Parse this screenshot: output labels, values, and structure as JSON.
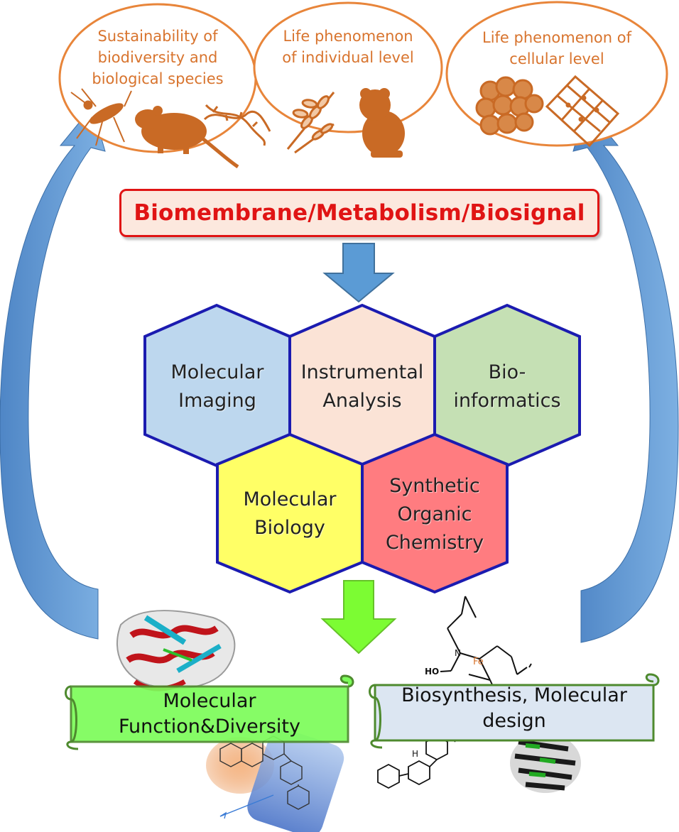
{
  "colors": {
    "ellipse_stroke": "#E8853A",
    "ellipse_text": "#D8742E",
    "banner_border": "#E01414",
    "banner_fill": "#FCE8DE",
    "blue_arrow": "#5B9BD5",
    "green_arrow": "#7CFC33",
    "hex_border": "#1B1BB0",
    "scroll_border": "#4E8A2E"
  },
  "top_ellipses": [
    {
      "id": "biodiversity",
      "text": "Sustainability of\nbiodiversity and\nbiological species",
      "icons": [
        "mosquito-icon",
        "rat-icon",
        "dna-icon"
      ]
    },
    {
      "id": "individual",
      "text": "Life phenomenon\nof individual level",
      "icons": [
        "wheat-icon",
        "mouse-icon"
      ]
    },
    {
      "id": "cellular",
      "text": "Life phenomenon of\ncellular level",
      "icons": [
        "cell-cluster-icon",
        "plant-cells-icon"
      ]
    }
  ],
  "banner": {
    "text": "Biomembrane/Metabolism/Biosignal"
  },
  "hexagons": [
    {
      "id": "molecular-imaging",
      "text": "Molecular\nImaging",
      "fill": "#BDD7EE"
    },
    {
      "id": "instrumental-analysis",
      "text": "Instrumental\nAnalysis",
      "fill": "#FBE3D6"
    },
    {
      "id": "bioinformatics",
      "text": "Bio-\ninformatics",
      "fill": "#C5E0B4"
    },
    {
      "id": "molecular-biology",
      "text": "Molecular\nBiology",
      "fill": "#FFFF66"
    },
    {
      "id": "synthetic-organic-chemistry",
      "text": "Synthetic\nOrganic\nChemistry",
      "fill": "#FF7C80"
    }
  ],
  "scrolls": [
    {
      "id": "function-diversity",
      "text": "Molecular\nFunction&Diversity",
      "fill": "#7CFC5A"
    },
    {
      "id": "biosynthesis-design",
      "text": "Biosynthesis, Molecular\ndesign",
      "fill": "#DCE6F2"
    }
  ],
  "illustrations": {
    "protein": "protein-ribbon-icon",
    "flavonoid": "flavonoid-structure-icon",
    "iron_complex": "iron-complex-structure-icon",
    "lignan": "lignan-structure-icon",
    "beta_barrel": "beta-barrel-protein-icon",
    "iron_label": "Fe",
    "hydroxyl_label": "HO",
    "nitrogen_label": "N",
    "hydrogen_label": "H"
  }
}
